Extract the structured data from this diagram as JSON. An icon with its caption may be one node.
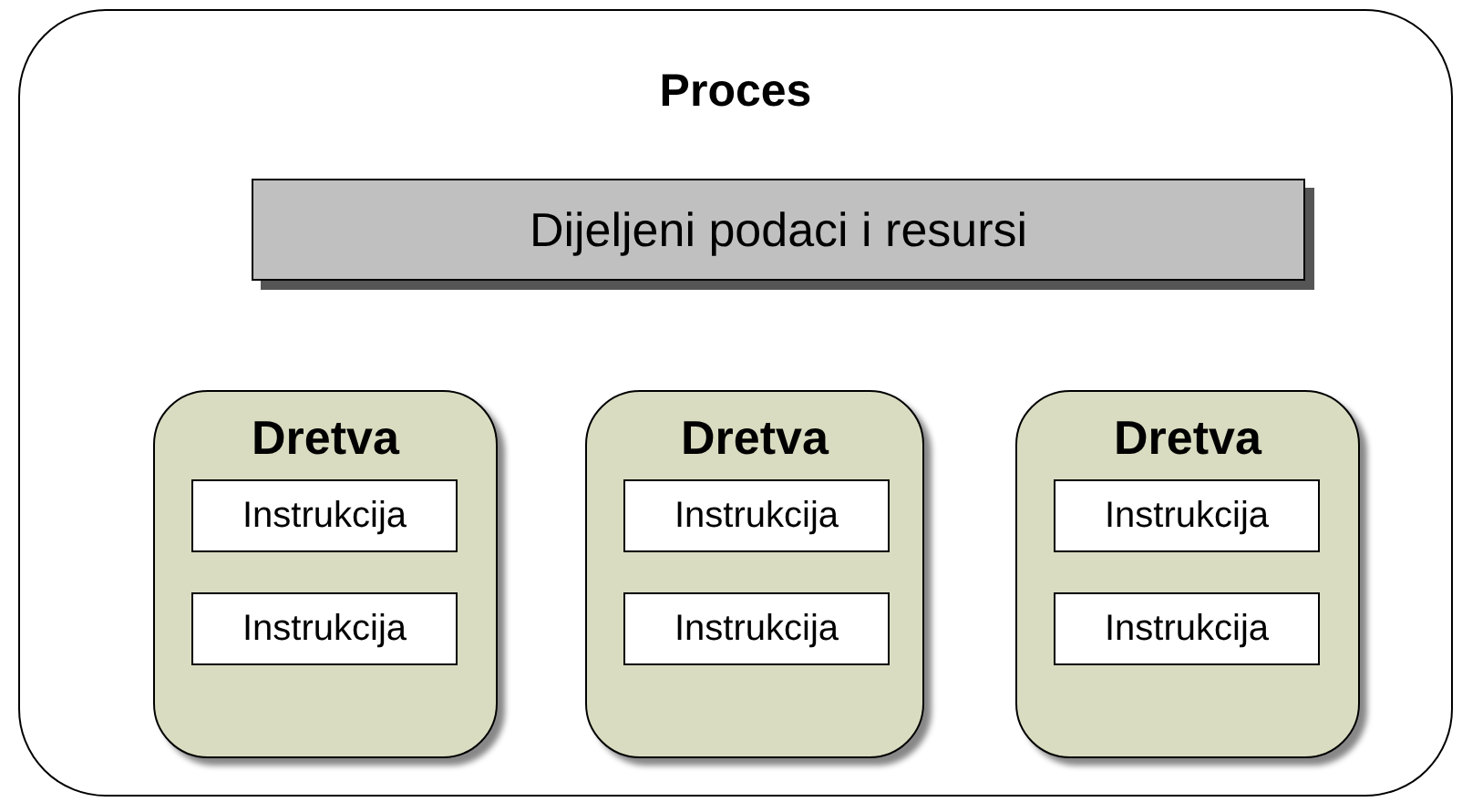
{
  "diagram": {
    "nodes": [
      {
        "text": [
          "Proces"
        ]
      },
      {
        "text": [
          "Dijeljeni podaci i resursi"
        ],
        "in": 0
      },
      {
        "text": [
          "Dretva"
        ],
        "in": 0
      },
      {
        "text": [
          "Instrukcija"
        ],
        "in": 2
      },
      {
        "text": [
          "Instrukcija"
        ],
        "in": 2
      },
      {
        "text": [
          "Dretva"
        ],
        "in": 0
      },
      {
        "text": [
          "Instrukcija"
        ],
        "in": 5
      },
      {
        "text": [
          "Instrukcija"
        ],
        "in": 5
      },
      {
        "text": [
          "Dretva"
        ],
        "in": 0
      },
      {
        "text": [
          "Instrukcija"
        ],
        "in": 8
      },
      {
        "text": [
          "Instrukcija"
        ],
        "in": 8
      }
    ]
  }
}
